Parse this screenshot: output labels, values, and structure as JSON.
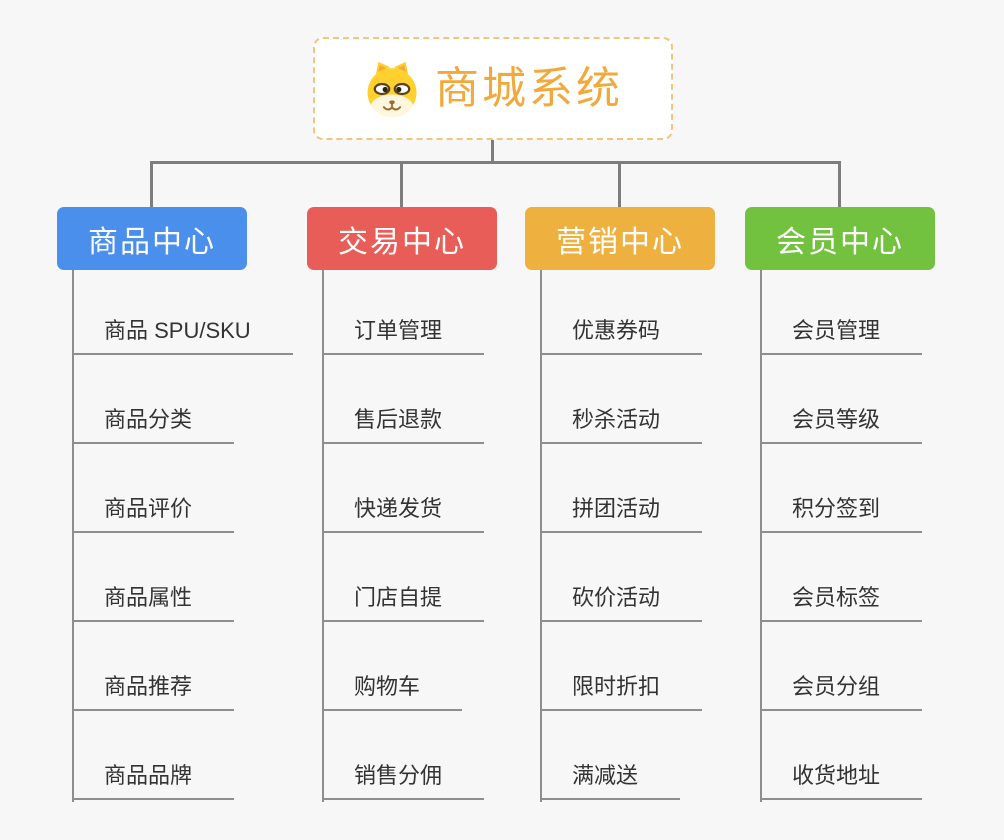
{
  "root": {
    "title": "商城系统",
    "icon": "doge-icon"
  },
  "colors": {
    "root_text": "#f2a93c",
    "root_border": "#f3c47e",
    "connector": "#7d7d7d",
    "item_line": "#8e8e8e",
    "item_text": "#333333",
    "background": "#f7f7f7"
  },
  "branches": [
    {
      "label": "商品中心",
      "color": "#4a8fec",
      "items": [
        "商品 SPU/SKU",
        "商品分类",
        "商品评价",
        "商品属性",
        "商品推荐",
        "商品品牌"
      ]
    },
    {
      "label": "交易中心",
      "color": "#e85d57",
      "items": [
        "订单管理",
        "售后退款",
        "快递发货",
        "门店自提",
        "购物车",
        "销售分佣"
      ]
    },
    {
      "label": "营销中心",
      "color": "#eeb13f",
      "items": [
        "优惠券码",
        "秒杀活动",
        "拼团活动",
        "砍价活动",
        "限时折扣",
        "满减送"
      ]
    },
    {
      "label": "会员中心",
      "color": "#72c13f",
      "items": [
        "会员管理",
        "会员等级",
        "积分签到",
        "会员标签",
        "会员分组",
        "收货地址"
      ]
    }
  ]
}
